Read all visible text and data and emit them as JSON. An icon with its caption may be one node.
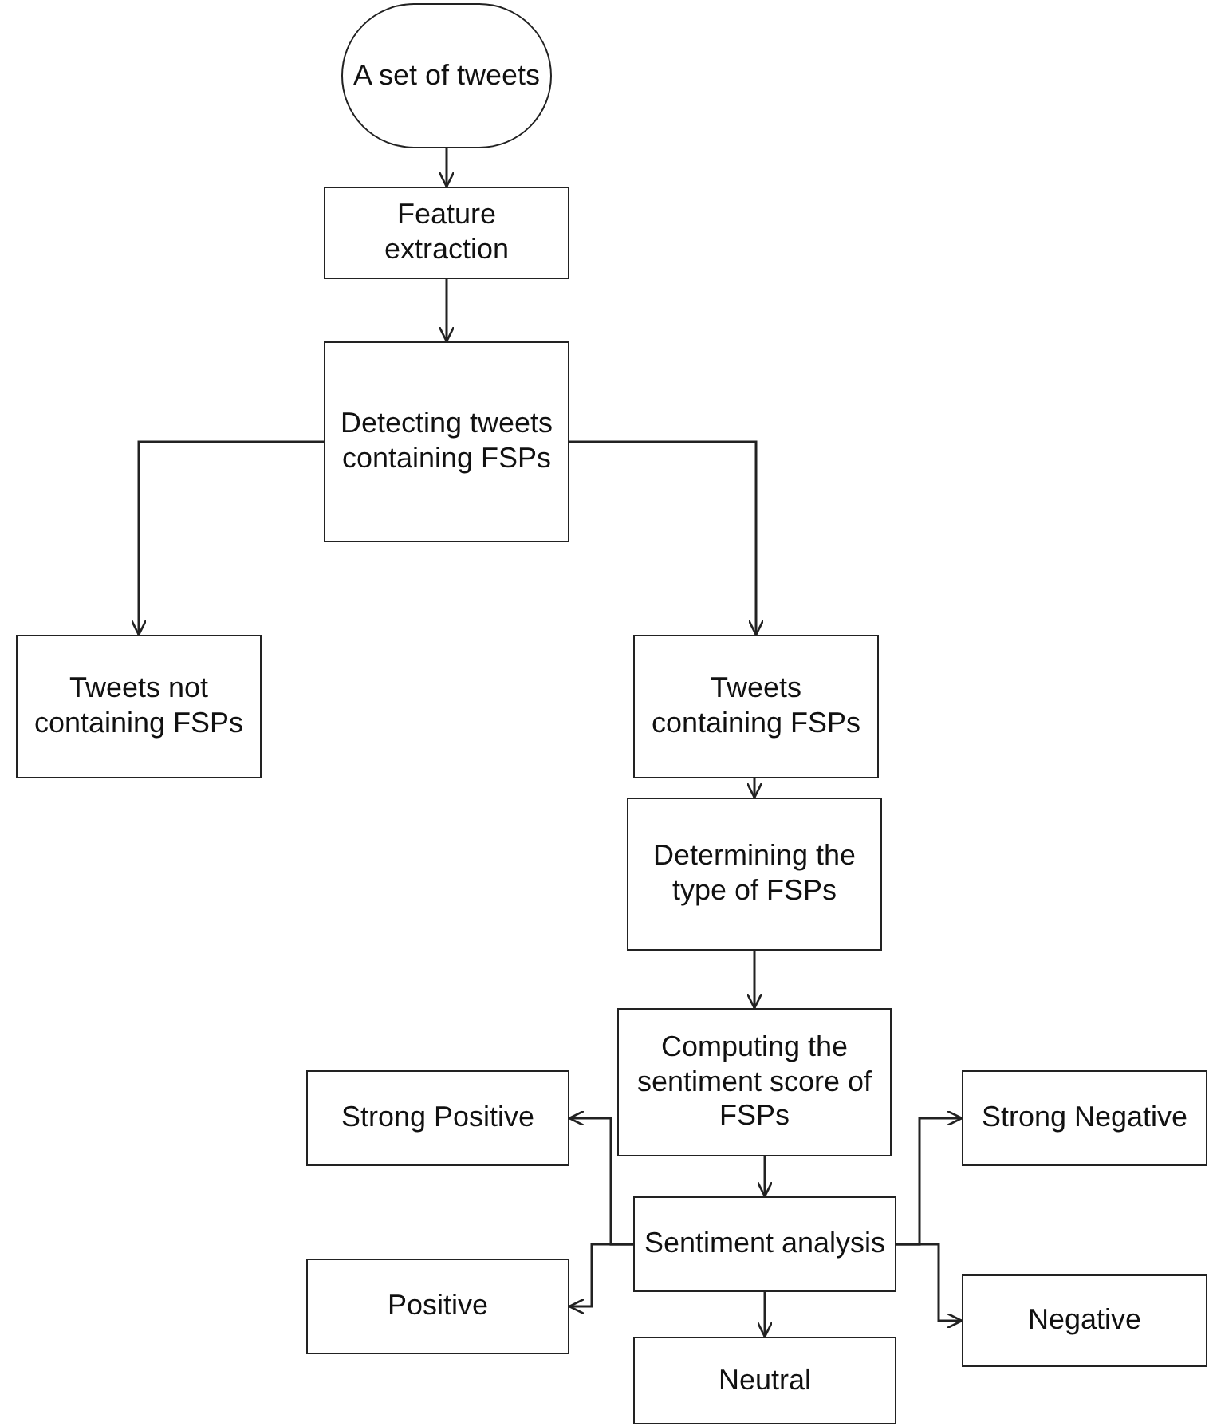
{
  "diagram": {
    "nodes": [
      {
        "text": [
          "A set of tweets"
        ]
      },
      {
        "text": [
          "Feature extraction"
        ]
      },
      {
        "text": [
          "Detecting tweets containing FSPs"
        ]
      },
      {
        "text": [
          "Tweets not containing FSPs"
        ]
      },
      {
        "text": [
          "Tweets containing FSPs"
        ]
      },
      {
        "text": [
          "Determining the type of FSPs"
        ]
      },
      {
        "text": [
          "Computing the sentiment score of FSPs"
        ]
      },
      {
        "text": [
          "Strong Positive"
        ]
      },
      {
        "text": [
          "Sentiment analysis"
        ]
      },
      {
        "text": [
          "Positive"
        ]
      },
      {
        "text": [
          "Strong Negative"
        ]
      },
      {
        "text": [
          "Negative"
        ]
      },
      {
        "text": [
          "Neutral"
        ]
      }
    ],
    "edges": [
      {
        "from": 0,
        "to": 1,
        "arrow": "to"
      },
      {
        "from": 1,
        "to": 2,
        "arrow": "to"
      },
      {
        "from": 2,
        "to": 3,
        "arrow": "to"
      },
      {
        "from": 2,
        "to": 4,
        "arrow": "to"
      },
      {
        "from": 4,
        "to": 5,
        "arrow": "to"
      },
      {
        "from": 5,
        "to": 6,
        "arrow": "to"
      },
      {
        "from": 6,
        "to": 8,
        "arrow": "to"
      },
      {
        "from": 8,
        "to": 7,
        "arrow": "to"
      },
      {
        "from": 8,
        "to": 9,
        "arrow": "to"
      },
      {
        "from": 8,
        "to": 10,
        "arrow": "to"
      },
      {
        "from": 8,
        "to": 11,
        "arrow": "to"
      },
      {
        "from": 8,
        "to": 12,
        "arrow": "to"
      }
    ]
  }
}
